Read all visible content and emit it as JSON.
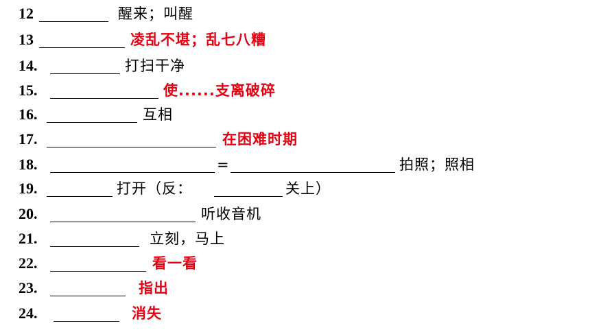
{
  "colors": {
    "answer_red": "#e60012",
    "text": "#000000"
  },
  "items": [
    {
      "num": "12",
      "meaning": "醒来；叫醒",
      "color": "black"
    },
    {
      "num": "13",
      "meaning": "凌乱不堪；乱七八糟",
      "color": "red"
    },
    {
      "num": "14.",
      "meaning": "打扫干净",
      "color": "black"
    },
    {
      "num": "15.",
      "meaning": "使......支离破碎",
      "color": "red"
    },
    {
      "num": "16.",
      "meaning": "互相",
      "color": "black"
    },
    {
      "num": "17.",
      "meaning": "在困难时期",
      "color": "red"
    },
    {
      "num": "18.",
      "eq": "=",
      "meaning": "拍照；照相",
      "color": "black"
    },
    {
      "num": "19.",
      "meaning": "打开（反：",
      "meaning2": "关上）",
      "color": "black"
    },
    {
      "num": "20.",
      "meaning": "听收音机",
      "color": "black"
    },
    {
      "num": "21.",
      "meaning": "立刻，马上",
      "color": "black"
    },
    {
      "num": "22.",
      "meaning": "看一看",
      "color": "red"
    },
    {
      "num": "23.",
      "meaning": "指出",
      "color": "red"
    },
    {
      "num": "24.",
      "meaning": "消失",
      "color": "red"
    }
  ]
}
